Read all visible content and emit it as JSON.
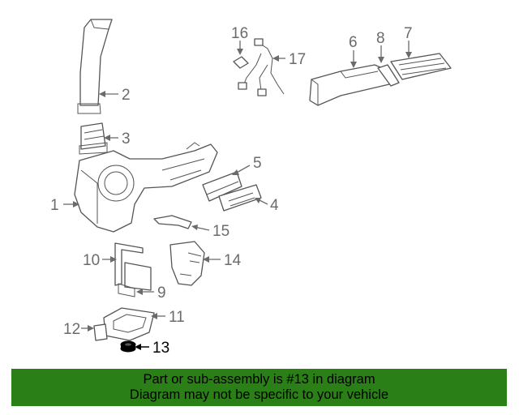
{
  "callouts": [
    "1",
    "2",
    "3",
    "4",
    "5",
    "6",
    "7",
    "8",
    "9",
    "10",
    "11",
    "12",
    "13",
    "14",
    "15",
    "16",
    "17"
  ],
  "highlight": "13",
  "footer": {
    "line1": "Part or sub-assembly is #13 in diagram",
    "line2": "Diagram may not be specific to your vehicle",
    "color": "#2a7f16"
  }
}
